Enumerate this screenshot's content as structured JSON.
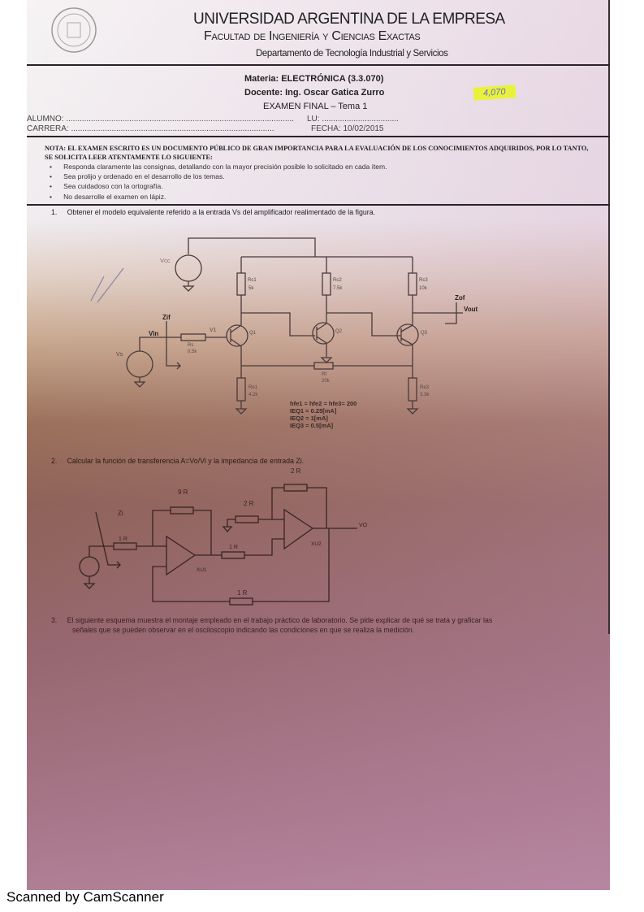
{
  "header": {
    "university": "UNIVERSIDAD ARGENTINA DE LA EMPRESA",
    "faculty": "Facultad de Ingeniería y Ciencias Exactas",
    "department": "Departamento de Tecnología Industrial y Servicios"
  },
  "exam": {
    "materia": "Materia: ELECTRÓNICA (3.3.070)",
    "docente": "Docente: Ing. Oscar Gatica Zurro",
    "tipo": "EXAMEN FINAL  – Tema 1",
    "alumno": "ALUMNO: .....................................................................................................",
    "lu": "LU: ..................................",
    "carrera": "CARRERA: ..........................................................................................",
    "fecha": "FECHA:  10/02/2015",
    "handwritten_mark": "4,070"
  },
  "nota": {
    "line1": "NOTA: EL EXAMEN ESCRITO ES UN DOCUMENTO PÚBLICO DE GRAN IMPORTANCIA PARA LA EVALUACIÓN DE LOS CONOCIMIENTOS ADQUIRIDOS, POR LO TANTO,",
    "line2": "SE SOLICITA LEER ATENTAMENTE LO SIGUIENTE:",
    "bullets": [
      "Responda claramente las consignas, detallando con la mayor precisión posible lo solicitado en cada ítem.",
      "Sea prolijo y ordenado en el desarrollo de los temas.",
      "Sea cuidadoso con la ortografía.",
      "No desarrolle el examen en lápiz."
    ]
  },
  "questions": [
    {
      "number": "1.",
      "text": "Obtener el modelo equivalente referido a la entrada Vs del amplificador realimentado de la figura."
    },
    {
      "number": "2.",
      "text": "Calcular la función de transferencia A=Vo/Vi y la impedancia de entrada Zi."
    },
    {
      "number": "3.",
      "text": "El siguiente esquema muestra el montaje empleado en el trabajo práctico de laboratorio. Se pide explicar de qué se trata y graficar las",
      "text2": "señales que se pueden observar en el osciloscopio indicando las condiciones en que se realiza la medición."
    }
  ],
  "circuit1": {
    "vcc": "Vcc",
    "vs": "Vs",
    "vin": "Vin",
    "zif": "Zif",
    "zof": "Zof",
    "vout": "Vout",
    "v1": "V1",
    "rc1": "Rc1",
    "rc1_val": "5k",
    "rc2": "Rc2",
    "rc2_val": "7.5k",
    "rc3": "Rc3",
    "rc3_val": "10k",
    "rs": "Rs",
    "rs_val": "0.5k",
    "rf": "Rf",
    "rf_val": "20k",
    "re1": "Re1",
    "re1_val": "4.2k",
    "re3": "Re3",
    "re3_val": "3.3k",
    "q1": "Q1",
    "q2": "Q2",
    "q3": "Q3",
    "params": [
      "hfe1 = hfe2 = hfe3= 200",
      "IEQ1 = 0.25[mA]",
      "IEQ2 = 1[mA]",
      "IEQ3 = 0.5[mA]"
    ]
  },
  "circuit2": {
    "zi": "Zi",
    "vo": "VO",
    "xu1": "XU1",
    "xu2": "XU2",
    "r_in": "1 R",
    "r_fb1": "9 R",
    "r_gnd": "2 R",
    "r_fb2": "2 R",
    "r_mid": "1 R",
    "r_bottom": "1 R"
  },
  "footer": "Scanned by CamScanner"
}
